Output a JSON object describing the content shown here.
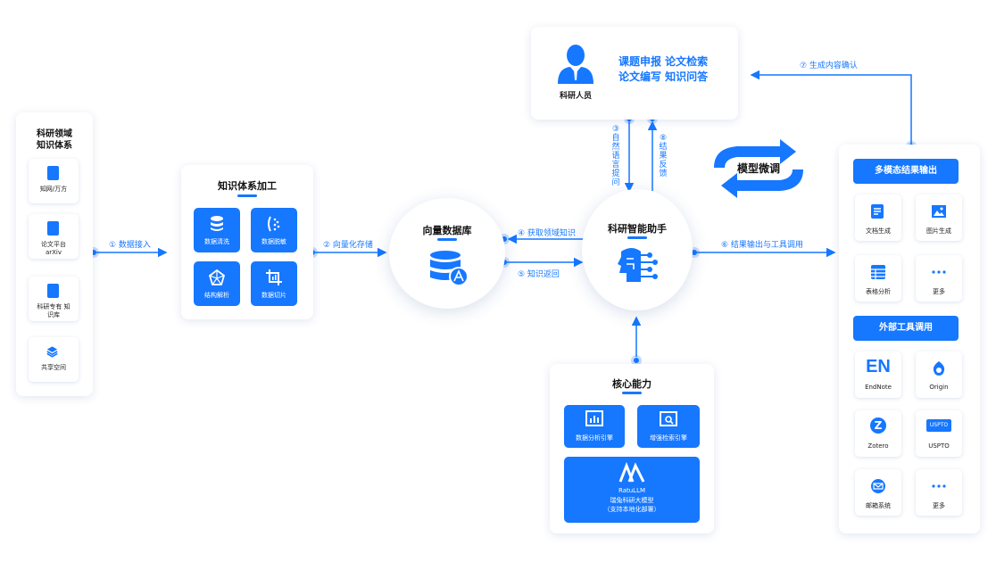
{
  "source_panel": {
    "title_line1": "科研领域",
    "title_line2": "知识体系",
    "items": [
      {
        "label": "知网/万方"
      },
      {
        "label": "论文平台 arXiv"
      },
      {
        "label": "科研专有 知识库"
      },
      {
        "label": "共享空间"
      }
    ]
  },
  "process_panel": {
    "title": "知识体系加工",
    "tiles": [
      {
        "label": "数据清洗",
        "icon": "database-icon"
      },
      {
        "label": "数据脱敏",
        "icon": "mask-icon"
      },
      {
        "label": "结构解析",
        "icon": "structure-icon"
      },
      {
        "label": "数据切片",
        "icon": "slice-icon"
      }
    ]
  },
  "vector_db": {
    "title": "向量数据库"
  },
  "assistant": {
    "title": "科研智能助手"
  },
  "researcher": {
    "label": "科研人员",
    "line1": "课题申报 论文检索",
    "line2": "论文编写 知识问答"
  },
  "finetune": {
    "label": "模型微调"
  },
  "core": {
    "title": "核心能力",
    "tile1": "数据分析引擎",
    "tile2": "增强检索引擎",
    "llm_name": "RatuLLM",
    "llm_line1": "瑞兔科研大模型",
    "llm_line2": "（支持本地化部署）"
  },
  "output_panel": {
    "header1": "多模态结果输出",
    "outputs": [
      {
        "label": "文档生成"
      },
      {
        "label": "图片生成"
      },
      {
        "label": "表格分析"
      },
      {
        "label": "更多"
      }
    ],
    "header2": "外部工具调用",
    "tools": [
      {
        "label": "EndNote",
        "glyph": "EN"
      },
      {
        "label": "Origin"
      },
      {
        "label": "Zotero",
        "glyph": "Z"
      },
      {
        "label": "USPTO",
        "glyph": "USPTO"
      },
      {
        "label": "邮箱系统"
      },
      {
        "label": "更多"
      }
    ]
  },
  "arrows": {
    "a1": "① 数据接入",
    "a2": "② 向量化存储",
    "a3": "③自然语言提问",
    "a4": "④ 获取领域知识",
    "a5": "⑤ 知识返回",
    "a6": "⑥ 结果输出与工具调用",
    "a7": "⑦ 生成内容确认",
    "a8": "⑧结果反馈"
  },
  "colors": {
    "accent": "#1677ff"
  }
}
